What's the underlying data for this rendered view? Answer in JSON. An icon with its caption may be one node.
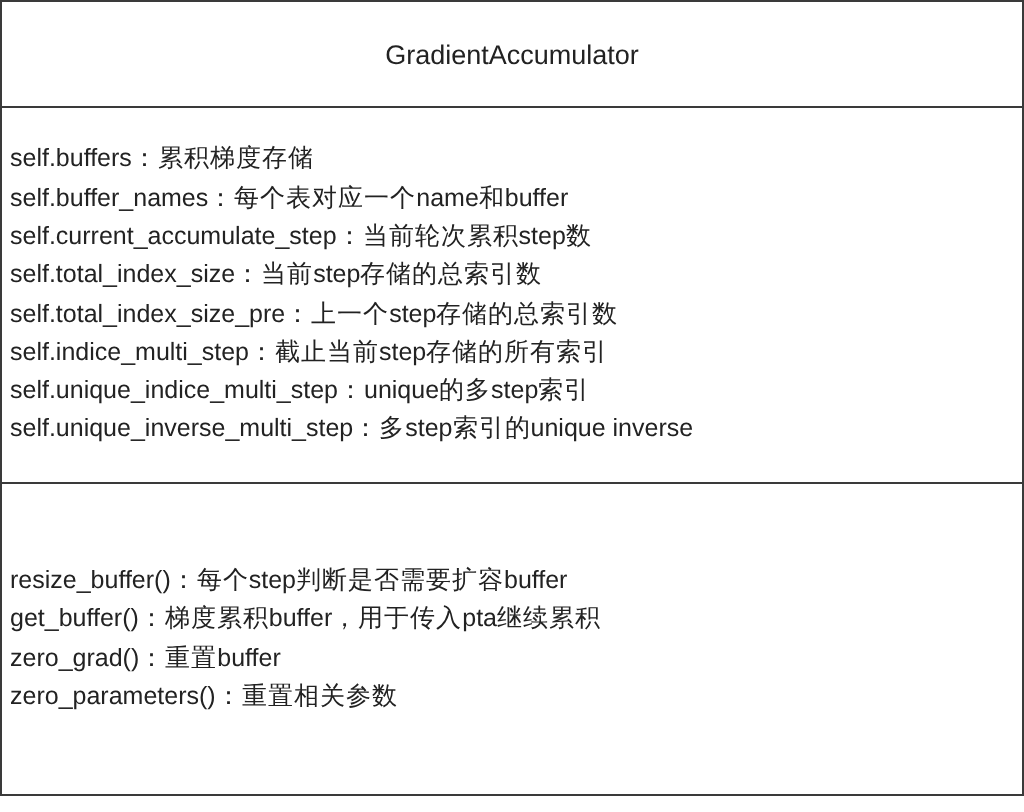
{
  "diagram": {
    "nodes": [
      {
        "text": [
          "GradientAccumulator"
        ]
      },
      {
        "text": [
          "self.buffers：累积梯度存储",
          "self.buffer_names：每个表对应一个name和buffer",
          "self.current_accumulate_step：当前轮次累积step数",
          "self.total_index_size：当前step存储的总索引数",
          "self.total_index_size_pre：上一个step存储的总索引数",
          "self.indice_multi_step：截止当前step存储的所有索引",
          "self.unique_indice_multi_step：unique的多step索引",
          "self.unique_inverse_multi_step：多step索引的unique inverse"
        ],
        "in": 0
      },
      {
        "text": [
          "resize_buffer()：每个step判断是否需要扩容buffer",
          "get_buffer()：梯度累积buffer，用于传入pta继续累积",
          "zero_grad()：重置buffer",
          "zero_parameters()：重置相关参数"
        ],
        "in": 0
      }
    ]
  }
}
